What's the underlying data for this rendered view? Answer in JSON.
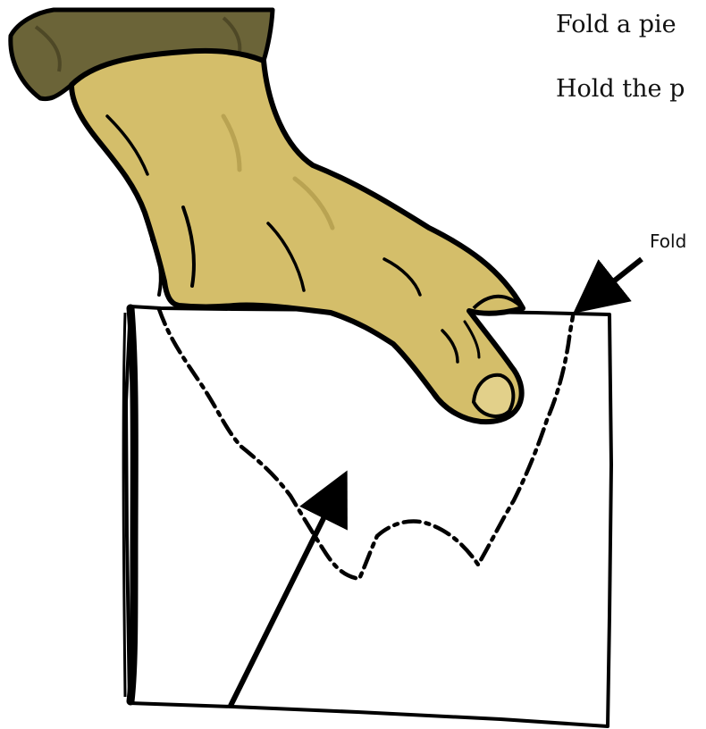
{
  "instructions": [
    "Fold a pie",
    "Hold the p"
  ],
  "labels": {
    "fold": "Fold"
  },
  "colors": {
    "glove": "#D4BE6A",
    "glove_shadow": "#B9A352",
    "sleeve": "#6B6438",
    "sleeve_shadow": "#4E4826",
    "ink": "#000000",
    "paper": "#FFFFFF"
  },
  "icons": {
    "hand": "gloved-hand",
    "paper": "folded-paper",
    "cut_line": "dash-dot-cut-line",
    "fold_arrow": "arrow",
    "cut_arrow": "arrow"
  }
}
